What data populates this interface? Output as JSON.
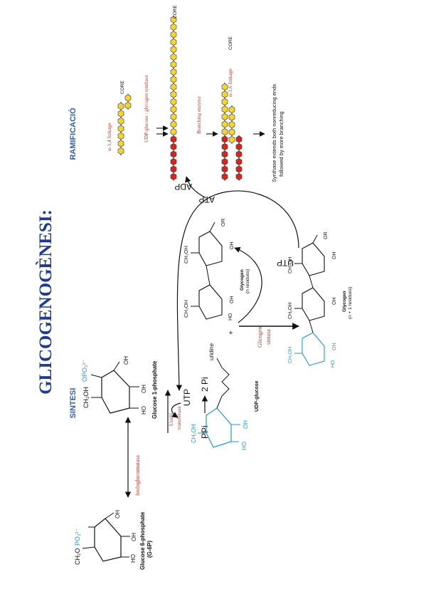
{
  "title": "GLICOGENOGÈNESI:",
  "sections": {
    "sintesi": "SINTESI",
    "ramificacio": "RAMIFICACIÓ"
  },
  "molecules": {
    "g6p": {
      "name_line1": "Glucose 6-phosphate",
      "name_line2": "(G-6P)",
      "ch2o": "CH₂O",
      "po3": "PO₃²⁻"
    },
    "g1p": {
      "name": "Glucose 1-phosphate",
      "ch2oh": "CH₂OH",
      "po3": "OPO₃²⁻"
    },
    "udp_glucose": {
      "name": "UDP-glucose",
      "uridine": "uridine",
      "ch2oh": "CH₂OH"
    },
    "glycogen_n": {
      "name_line1": "Glycogen",
      "name_line2": "(n residues)",
      "ch2oh": "CH₂OH",
      "or": "OR"
    },
    "glycogen_n1": {
      "name_line1": "Glycogen",
      "name_line2": "(n + 1 residues)",
      "ch2oh": "CH₂OH",
      "or": "OR"
    },
    "oh": "OH",
    "ho": "HO",
    "plus": "+"
  },
  "enzymes": {
    "fosfoglucomutasa": "fosfoglucomutasa",
    "uridil_line1": "Uridil",
    "uridil_line2": "transferasa",
    "glicogen_line1": "Glicogen",
    "glicogen_line2": "sintasa",
    "udp_glucose_synthase": "UDP-glucose : glycogen synthase",
    "branching_enzyme": "Branching enzyme"
  },
  "cofactors": {
    "utp_in": "UTP",
    "ppi": "PPi",
    "two_pi": "2 Pi",
    "utp": "UTP",
    "adp": "ADP",
    "atp": "ATP"
  },
  "branching": {
    "alpha14": "α-1,4 linkage",
    "alpha16": "α-1,6 linkage",
    "core": "CORE",
    "note_line1": "Synthase extends both nonreducing ends",
    "note_line2": "followed by more branching"
  },
  "colors": {
    "title_blue": "#1f3a93",
    "section_blue": "#2f5fae",
    "enzyme_red": "#c0392b",
    "cyan": "#1e9ad6",
    "yellow": "#f6d532",
    "red_hex": "#d7261e",
    "ink": "#111111"
  }
}
